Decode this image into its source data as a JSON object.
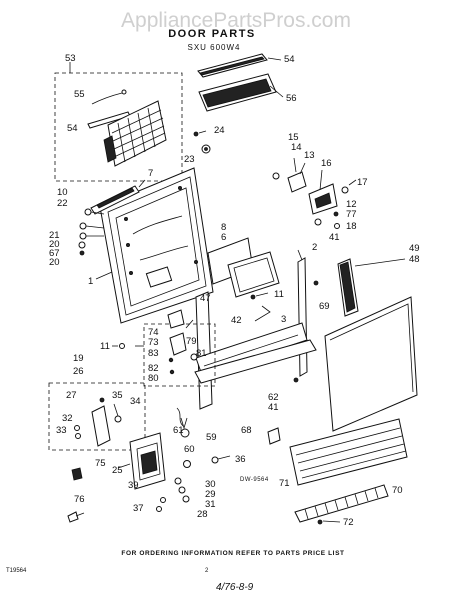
{
  "header": {
    "watermark": "AppliancePartsPros.com",
    "title": "DOOR PARTS",
    "model": "SXU 600W4"
  },
  "diagram": {
    "drawing_number": "DW-9564",
    "footer_note": "FOR ORDERING INFORMATION REFER TO PARTS PRICE LIST",
    "sheet_code": "T19564",
    "page_number": "2",
    "handwritten_note": "4/76-8-9",
    "callouts": [
      "1",
      "2",
      "3",
      "6",
      "7",
      "8",
      "10",
      "11",
      "11",
      "12",
      "13",
      "14",
      "15",
      "16",
      "17",
      "18",
      "19",
      "20",
      "20",
      "21",
      "22",
      "23",
      "24",
      "25",
      "26",
      "27",
      "28",
      "29",
      "30",
      "31",
      "32",
      "33",
      "34",
      "35",
      "36",
      "37",
      "39",
      "41",
      "41",
      "42",
      "47",
      "48",
      "49",
      "53",
      "54",
      "54",
      "55",
      "56",
      "59",
      "60",
      "61",
      "62",
      "67",
      "68",
      "69",
      "70",
      "71",
      "72",
      "73",
      "74",
      "75",
      "76",
      "77",
      "79",
      "80",
      "81",
      "82",
      "83"
    ]
  }
}
